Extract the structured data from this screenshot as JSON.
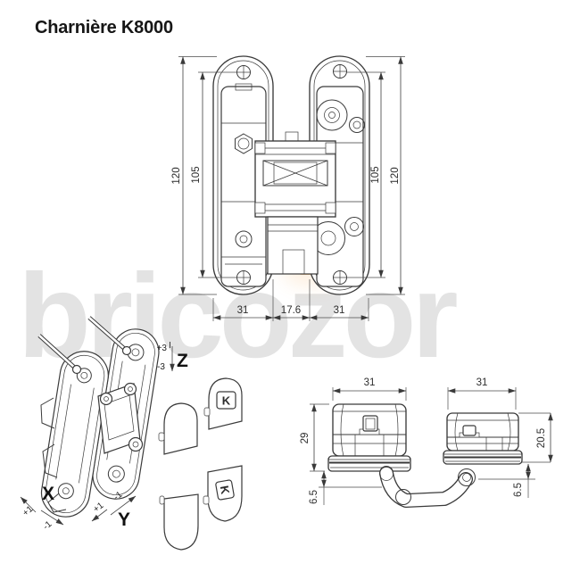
{
  "title": "Charnière K8000",
  "watermark": {
    "text": "bricozor",
    "color": "#e3e3e3",
    "accent_color": "#f59b38"
  },
  "front_view": {
    "dim_left_outer": "120",
    "dim_left_inner": "105",
    "dim_right_inner": "105",
    "dim_right_outer": "120",
    "dim_bottom_left": "31",
    "dim_bottom_center": "17.6",
    "dim_bottom_right": "31"
  },
  "axes": {
    "z": {
      "label": "Z",
      "plus": "+3",
      "minus": "-3"
    },
    "x": {
      "label": "X",
      "plus": "+1",
      "minus": "-1"
    },
    "y": {
      "label": "Y",
      "plus": "+1",
      "minus": "-1"
    }
  },
  "caps": {
    "logo": "K"
  },
  "section_view": {
    "dim_left_width": "31",
    "dim_right_width": "31",
    "dim_left_height": "29",
    "dim_left_offset": "6.5",
    "dim_right_height": "20.5",
    "dim_right_offset": "6.5"
  }
}
